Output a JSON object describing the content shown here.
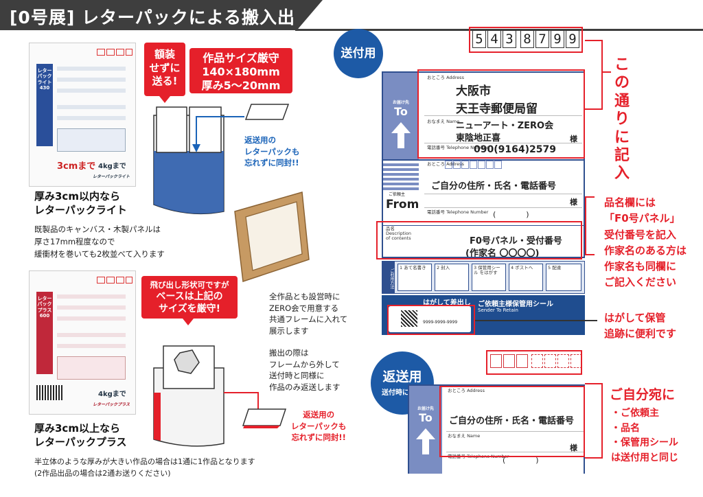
{
  "header": {
    "title": "[0号展] レターパックによる搬入出"
  },
  "left": {
    "pack_light": {
      "band_text": "レターパック ライト 430",
      "big_cap": "3cmまで",
      "weight_cap": "4kgまで",
      "brand": "レターパックライト"
    },
    "pack_plus": {
      "band_text": "レターパック プラス 600",
      "weight_cap": "4kgまで",
      "brand": "レターパックプラス"
    },
    "light_caption": [
      "厚み3cm以内なら",
      "レターパックライト"
    ],
    "light_note": [
      "既製品のキャンバス・木製パネルは",
      "厚さ17mm程度なので",
      "緩衝材を巻いても2枚並べて入ります"
    ],
    "plus_caption": [
      "厚み3cm以上なら",
      "レターパックプラス"
    ],
    "plus_note": [
      "半立体のような厚みが大きい作品の場合は1通に1作品となります",
      "(2作品出品の場合は2通お送りください)"
    ]
  },
  "middle": {
    "no_fold": [
      "額装",
      "せずに",
      "送る!"
    ],
    "size_rule": [
      "作品サイズ厳守",
      "140×180mm",
      "厚み5〜20mm"
    ],
    "return_pack_blue": [
      "返送用の",
      "レターパックも",
      "忘れずに同封!!"
    ],
    "protrude_note": [
      "飛び出し形状可ですが",
      "ベースは上記の",
      "サイズを厳守!"
    ],
    "frame_note": [
      "全作品とも設営時に",
      "ZERO会で用意する",
      "共通フレームに入れて",
      "展示します"
    ],
    "return_note": [
      "搬出の際は",
      "フレームから外して",
      "送付時と同様に",
      "作品のみ返送します"
    ],
    "return_pack_red": [
      "返送用の",
      "レターパックも",
      "忘れずに同封!!"
    ]
  },
  "send": {
    "badge": "送付用",
    "postal_digits": [
      "5",
      "4",
      "3",
      "8",
      "7",
      "9",
      "9"
    ],
    "to_label": "To",
    "to_small": "お届け先",
    "address_small": "おところ Address",
    "address_line1": "大阪市",
    "address_line2": "天王寺郵便局留",
    "name_small": "おなまえ Name",
    "name_line1": "ニューアート・ZERO会",
    "name_line2": "東陰地正喜",
    "sama": "様",
    "tel_small": "電話番号 Telephone Number",
    "tel_value": "090(9164)2579",
    "from_label": "From",
    "from_small": "ご依頼主",
    "from_value": "ご自分の住所・氏名・電話番号",
    "sama2": "様",
    "paren": "(　　　　)",
    "contents_small": "品名 Description of contents",
    "contents_line1": "F0号パネル・受付番号",
    "contents_line2": "(作家名 〇〇〇〇)",
    "peel_label": "はがして差出し",
    "sender_seal_title": "ご依頼主様保管用シール",
    "sender_seal_en": "Sender To Retain",
    "barcode_num": "9999-9999-9999",
    "steps": [
      "1 あて名書き",
      "2 封入",
      "3 保管用シール をはがす",
      "4 ポストへ",
      "5 配達"
    ],
    "step_side": "ご利用方法"
  },
  "annotations": {
    "write_as_is": [
      "こ",
      "の",
      "通",
      "り",
      "に",
      "記",
      "入"
    ],
    "contents_rule": [
      "品名欄には",
      "「F0号パネル」",
      "受付番号を記入",
      "作家名のある方は",
      "作家名も同欄に",
      "ご記入ください"
    ],
    "seal_rule": [
      "はがして保管",
      "追跡に便利です"
    ]
  },
  "return": {
    "badge_line1": "返送用",
    "badge_line2": "送付時に同封",
    "to_label": "To",
    "to_small": "お届け先",
    "address_small": "おところ Address",
    "address_value": "ご自分の住所・氏名・電話番号",
    "name_small": "おなまえ Name",
    "sama": "様",
    "tel_small": "電話番号 Telephone Number",
    "paren": "(　　　　)",
    "note_title": "ご自分宛に",
    "note_items": [
      "・ご依頼主",
      "・品名",
      "・保管用シール",
      "は送付用と同じ"
    ]
  },
  "colors": {
    "accent_red": "#e5202a",
    "accent_blue": "#1d5aa6",
    "header_dark": "#3e3e3e"
  }
}
